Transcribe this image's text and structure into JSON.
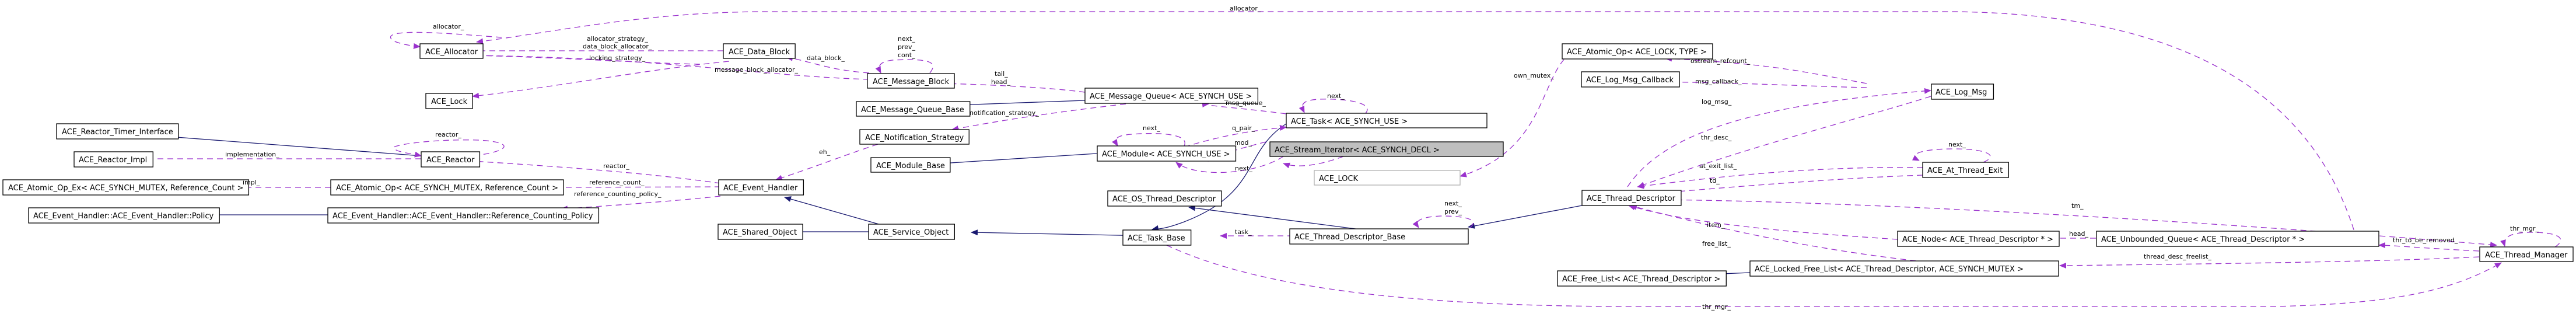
{
  "diagram": {
    "title": "Collaboration graph for ACE_Stream_Iterator< ACE_SYNCH_DECL >",
    "colors": {
      "inheritance_edge": "#191970",
      "usage_edge": "#9a32cd",
      "focus_fill": "#bfbfbf",
      "node_border": "#000000",
      "background": "#ffffff"
    },
    "nodes": [
      {
        "id": "reactor_timer_interface",
        "label": "ACE_Reactor_Timer_Interface"
      },
      {
        "id": "reactor_impl",
        "label": "ACE_Reactor_Impl"
      },
      {
        "id": "atomic_op_ex",
        "label": "ACE_Atomic_Op_Ex< ACE_SYNCH_MUTEX, Reference_Count >"
      },
      {
        "id": "eh_policy",
        "label": "ACE_Event_Handler::ACE_Event_Handler::Policy"
      },
      {
        "id": "allocator",
        "label": "ACE_Allocator"
      },
      {
        "id": "lock",
        "label": "ACE_Lock"
      },
      {
        "id": "reactor",
        "label": "ACE_Reactor"
      },
      {
        "id": "atomic_op_ref",
        "label": "ACE_Atomic_Op< ACE_SYNCH_MUTEX, Reference_Count >"
      },
      {
        "id": "eh_refpolicy",
        "label": "ACE_Event_Handler::ACE_Event_Handler::Reference_Counting_Policy"
      },
      {
        "id": "data_block",
        "label": "ACE_Data_Block"
      },
      {
        "id": "message_block",
        "label": "ACE_Message_Block"
      },
      {
        "id": "message_queue_base",
        "label": "ACE_Message_Queue_Base"
      },
      {
        "id": "notification_strategy",
        "label": "ACE_Notification_Strategy"
      },
      {
        "id": "module_base",
        "label": "ACE_Module_Base"
      },
      {
        "id": "event_handler",
        "label": "ACE_Event_Handler"
      },
      {
        "id": "shared_object",
        "label": "ACE_Shared_Object"
      },
      {
        "id": "service_object",
        "label": "ACE_Service_Object"
      },
      {
        "id": "message_queue",
        "label": "ACE_Message_Queue< ACE_SYNCH_USE >"
      },
      {
        "id": "module",
        "label": "ACE_Module< ACE_SYNCH_USE >"
      },
      {
        "id": "os_thread_descriptor",
        "label": "ACE_OS_Thread_Descriptor"
      },
      {
        "id": "task_base",
        "label": "ACE_Task_Base"
      },
      {
        "id": "task",
        "label": "ACE_Task< ACE_SYNCH_USE >"
      },
      {
        "id": "stream_iterator",
        "label": "ACE_Stream_Iterator< ACE_SYNCH_DECL >"
      },
      {
        "id": "ace_lock_tpl",
        "label": "ACE_LOCK"
      },
      {
        "id": "thread_descriptor_base",
        "label": "ACE_Thread_Descriptor_Base"
      },
      {
        "id": "atomic_op_lock",
        "label": "ACE_Atomic_Op< ACE_LOCK, TYPE >"
      },
      {
        "id": "log_msg_callback",
        "label": "ACE_Log_Msg_Callback"
      },
      {
        "id": "thread_descriptor",
        "label": "ACE_Thread_Descriptor"
      },
      {
        "id": "free_list",
        "label": "ACE_Free_List< ACE_Thread_Descriptor >"
      },
      {
        "id": "log_msg",
        "label": "ACE_Log_Msg"
      },
      {
        "id": "at_thread_exit",
        "label": "ACE_At_Thread_Exit"
      },
      {
        "id": "node_td",
        "label": "ACE_Node< ACE_Thread_Descriptor * >"
      },
      {
        "id": "locked_free_list",
        "label": "ACE_Locked_Free_List< ACE_Thread_Descriptor, ACE_SYNCH_MUTEX >"
      },
      {
        "id": "unbounded_queue",
        "label": "ACE_Unbounded_Queue< ACE_Thread_Descriptor * >"
      },
      {
        "id": "thread_manager",
        "label": "ACE_Thread_Manager"
      }
    ],
    "edge_labels": {
      "allocator_self": "allocator_",
      "allocator_top": "allocator_",
      "allocator_strategy": "allocator_strategy_",
      "data_block_allocator": "data_block_allocator_",
      "locking_strategy": "locking_strategy_",
      "message_block_allocator": "message_block_allocator_",
      "data_block": "data_block_",
      "mb_self": "next_",
      "mb_self2": "prev_",
      "mb_self3": "cont_",
      "tail": "tail_",
      "head": "head_",
      "notification_strategy": "notification_strategy_",
      "msg_queue": "msg_queue_",
      "task_next": "next_",
      "q_pair": "q_pair_",
      "mod": "mod_",
      "module_next": "next_",
      "module_self": "next_",
      "reactor_self": "reactor_",
      "reactor_eh": "reactor_",
      "implementation": "implementation_",
      "impl": "impl_",
      "reference_count": "reference_count_",
      "reference_counting_policy": "reference_counting_policy_",
      "eh": "eh_",
      "own_mutex": "own_mutex_",
      "ostream_refcount": "ostream_refcount_",
      "msg_callback": "msg_callback_",
      "log_msg": "log_msg_",
      "thr_desc": "thr_desc_",
      "at_exit_list": "at_exit_list_",
      "td": "td_",
      "ate_self": "next_",
      "tdb_self": "next_",
      "tdb_self2": "prev_",
      "task": "task_",
      "item": "item_",
      "free_list": "free_list_",
      "tm": "tm_",
      "head_q": "head_",
      "thr_to_be_removed": "thr_to_be_removed_",
      "thread_desc_freelist": "thread_desc_freelist_",
      "thr_mgr_self": "thr_mgr_",
      "thr_mgr": "thr_mgr_"
    }
  }
}
